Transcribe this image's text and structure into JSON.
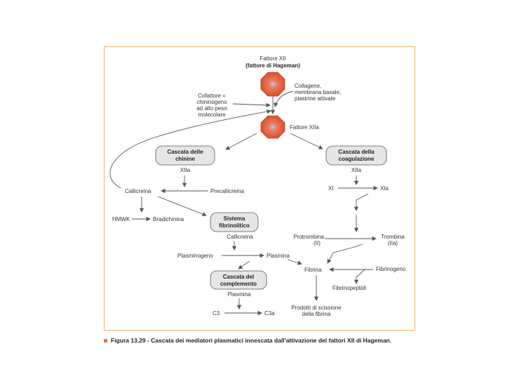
{
  "figure": {
    "accent_color": "#e8b46a",
    "octagon_color": "#e0603a",
    "octagon_center_color": "#9fb0e8",
    "caption": "Figura 13.29 - Cascata dei mediatori plasmatici innescata dall'attivazione del fattori XII di Hageman."
  },
  "nodes": {
    "fattore_xii_1": "Fattore XII",
    "fattore_xii_2": "(fattore di Hageman)",
    "collagene_1": "Collagene,",
    "collagene_2": "membrana basale,",
    "collagene_3": "piastrine attivate",
    "cofattore_1": "Cofattore =",
    "cofattore_2": "chininogeno",
    "cofattore_3": "ad alto peso",
    "cofattore_4": "molecolare",
    "fattore_xiia": "Fattore XIIa",
    "cascata_chinine_1": "Cascata delle",
    "cascata_chinine_2": "chinine",
    "cascata_coag_1": "Cascata della",
    "cascata_coag_2": "coagulazione",
    "xiia_left": "XIIa",
    "xiia_right": "XIIa",
    "callicreina_1": "Callicreina",
    "precallicreina": "Precallicreina",
    "xi": "XI",
    "xia": "XIa",
    "hmwk": "HMWK",
    "bradichinina": "Bradichinina",
    "sistema_1": "Sistema",
    "sistema_2": "fibrinolitico",
    "callicreina_2": "Callicreina",
    "protrombina_1": "Protrombina",
    "protrombina_2": "(II)",
    "trombina_1": "Trombina",
    "trombina_2": "(IIa)",
    "plasminogeno": "Plasminogeno",
    "plasmina_1": "Plasmina",
    "fibrina": "Fibrina",
    "fibrinogeno": "Fibrinogeno",
    "complemento_1": "Cascata del",
    "complemento_2": "complemento",
    "fibrinopeptidi": "Fibrinopeptidi",
    "plasmina_2": "Plasmina",
    "c3": "C3",
    "c3a": "C3a",
    "prodotti_1": "Prodotti di scissione",
    "prodotti_2": "della fibrina"
  }
}
